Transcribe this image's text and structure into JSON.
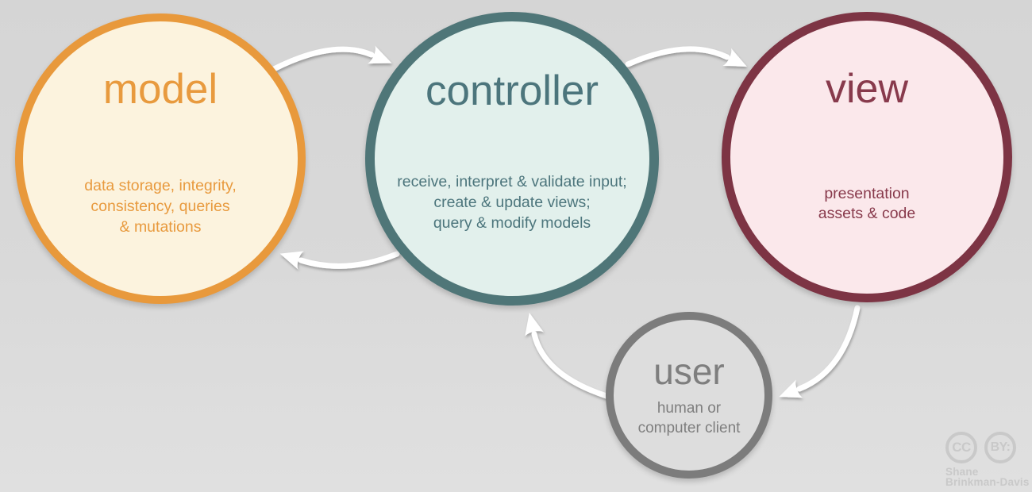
{
  "background_color": "#D8D8D8",
  "arrow_color": "#FFFFFF",
  "nodes": {
    "model": {
      "title": "model",
      "lines": [
        "data storage, integrity,",
        "consistency, queries",
        "& mutations"
      ],
      "border_color": "#E8993C",
      "fill_color": "#FCF3DE",
      "text_color": "#E89A3E"
    },
    "controller": {
      "title": "controller",
      "lines": [
        "receive, interpret & validate input;",
        "create & update views;",
        "query & modify models"
      ],
      "border_color": "#4F7678",
      "fill_color": "#E2F0EC",
      "text_color": "#4C757C"
    },
    "view": {
      "title": "view",
      "lines": [
        "presentation",
        "assets & code"
      ],
      "border_color": "#7D3444",
      "fill_color": "#FBE8EB",
      "text_color": "#883A4C"
    },
    "user": {
      "title": "user",
      "lines": [
        "human or",
        "computer client"
      ],
      "border_color": "#7C7C7C",
      "fill_color": "#DDDDDD",
      "text_color": "#7E7E7E"
    }
  },
  "arrows": [
    {
      "from": "model",
      "to": "controller"
    },
    {
      "from": "controller",
      "to": "view"
    },
    {
      "from": "controller",
      "to": "model"
    },
    {
      "from": "view",
      "to": "user"
    },
    {
      "from": "user",
      "to": "controller"
    }
  ],
  "attribution": {
    "badge_cc": "CC",
    "badge_by": "BY:",
    "author_line1": "Shane",
    "author_line2": "Brinkman-Davis",
    "color": "#C9C9C9"
  }
}
